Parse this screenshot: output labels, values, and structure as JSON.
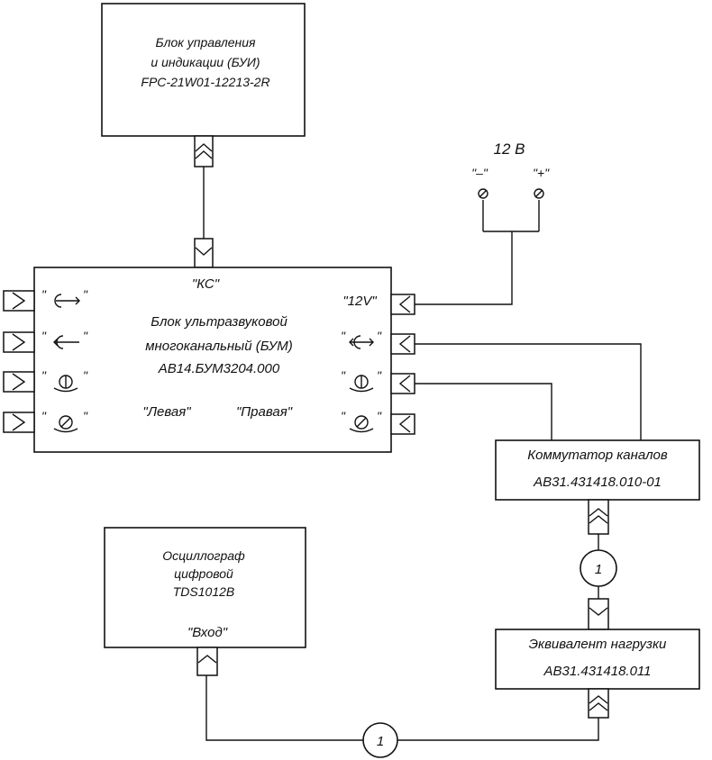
{
  "bui": {
    "line1": "Блок управления",
    "line2": "и индикации (БУИ)",
    "line3": "FPC-21W01-12213-2R"
  },
  "power": {
    "voltage": "12 В",
    "minus": "\"–\"",
    "plus": "\"+\""
  },
  "bum": {
    "ks_label": "\"КС\"",
    "line1": "Блок ультразвуковой",
    "line2": "многоканальный (БУМ)",
    "line3": "АВ14.БУМ3204.000",
    "left_label": "\"Левая\"",
    "right_label": "\"Правая\"",
    "v12_label": "\"12V\"",
    "quote": "\""
  },
  "switch": {
    "line1": "Коммутатор каналов",
    "line2": "АВ31.431418.010-01"
  },
  "load": {
    "line1": "Эквивалент нагрузки",
    "line2": "АВ31.431418.011"
  },
  "scope": {
    "line1": "Осциллограф",
    "line2": "цифровой",
    "line3": "TDS1012B",
    "input_label": "\"Вход\""
  },
  "cables": {
    "cable_a": "1",
    "cable_b": "1"
  },
  "icons": {
    "left_ports": [
      "arrow-bidirectional-icon",
      "arrow-left-icon",
      "probe-icon",
      "probe-icon"
    ],
    "right_ports": [
      "arrow-bidirectional-icon",
      "probe-icon",
      "probe-icon"
    ]
  }
}
